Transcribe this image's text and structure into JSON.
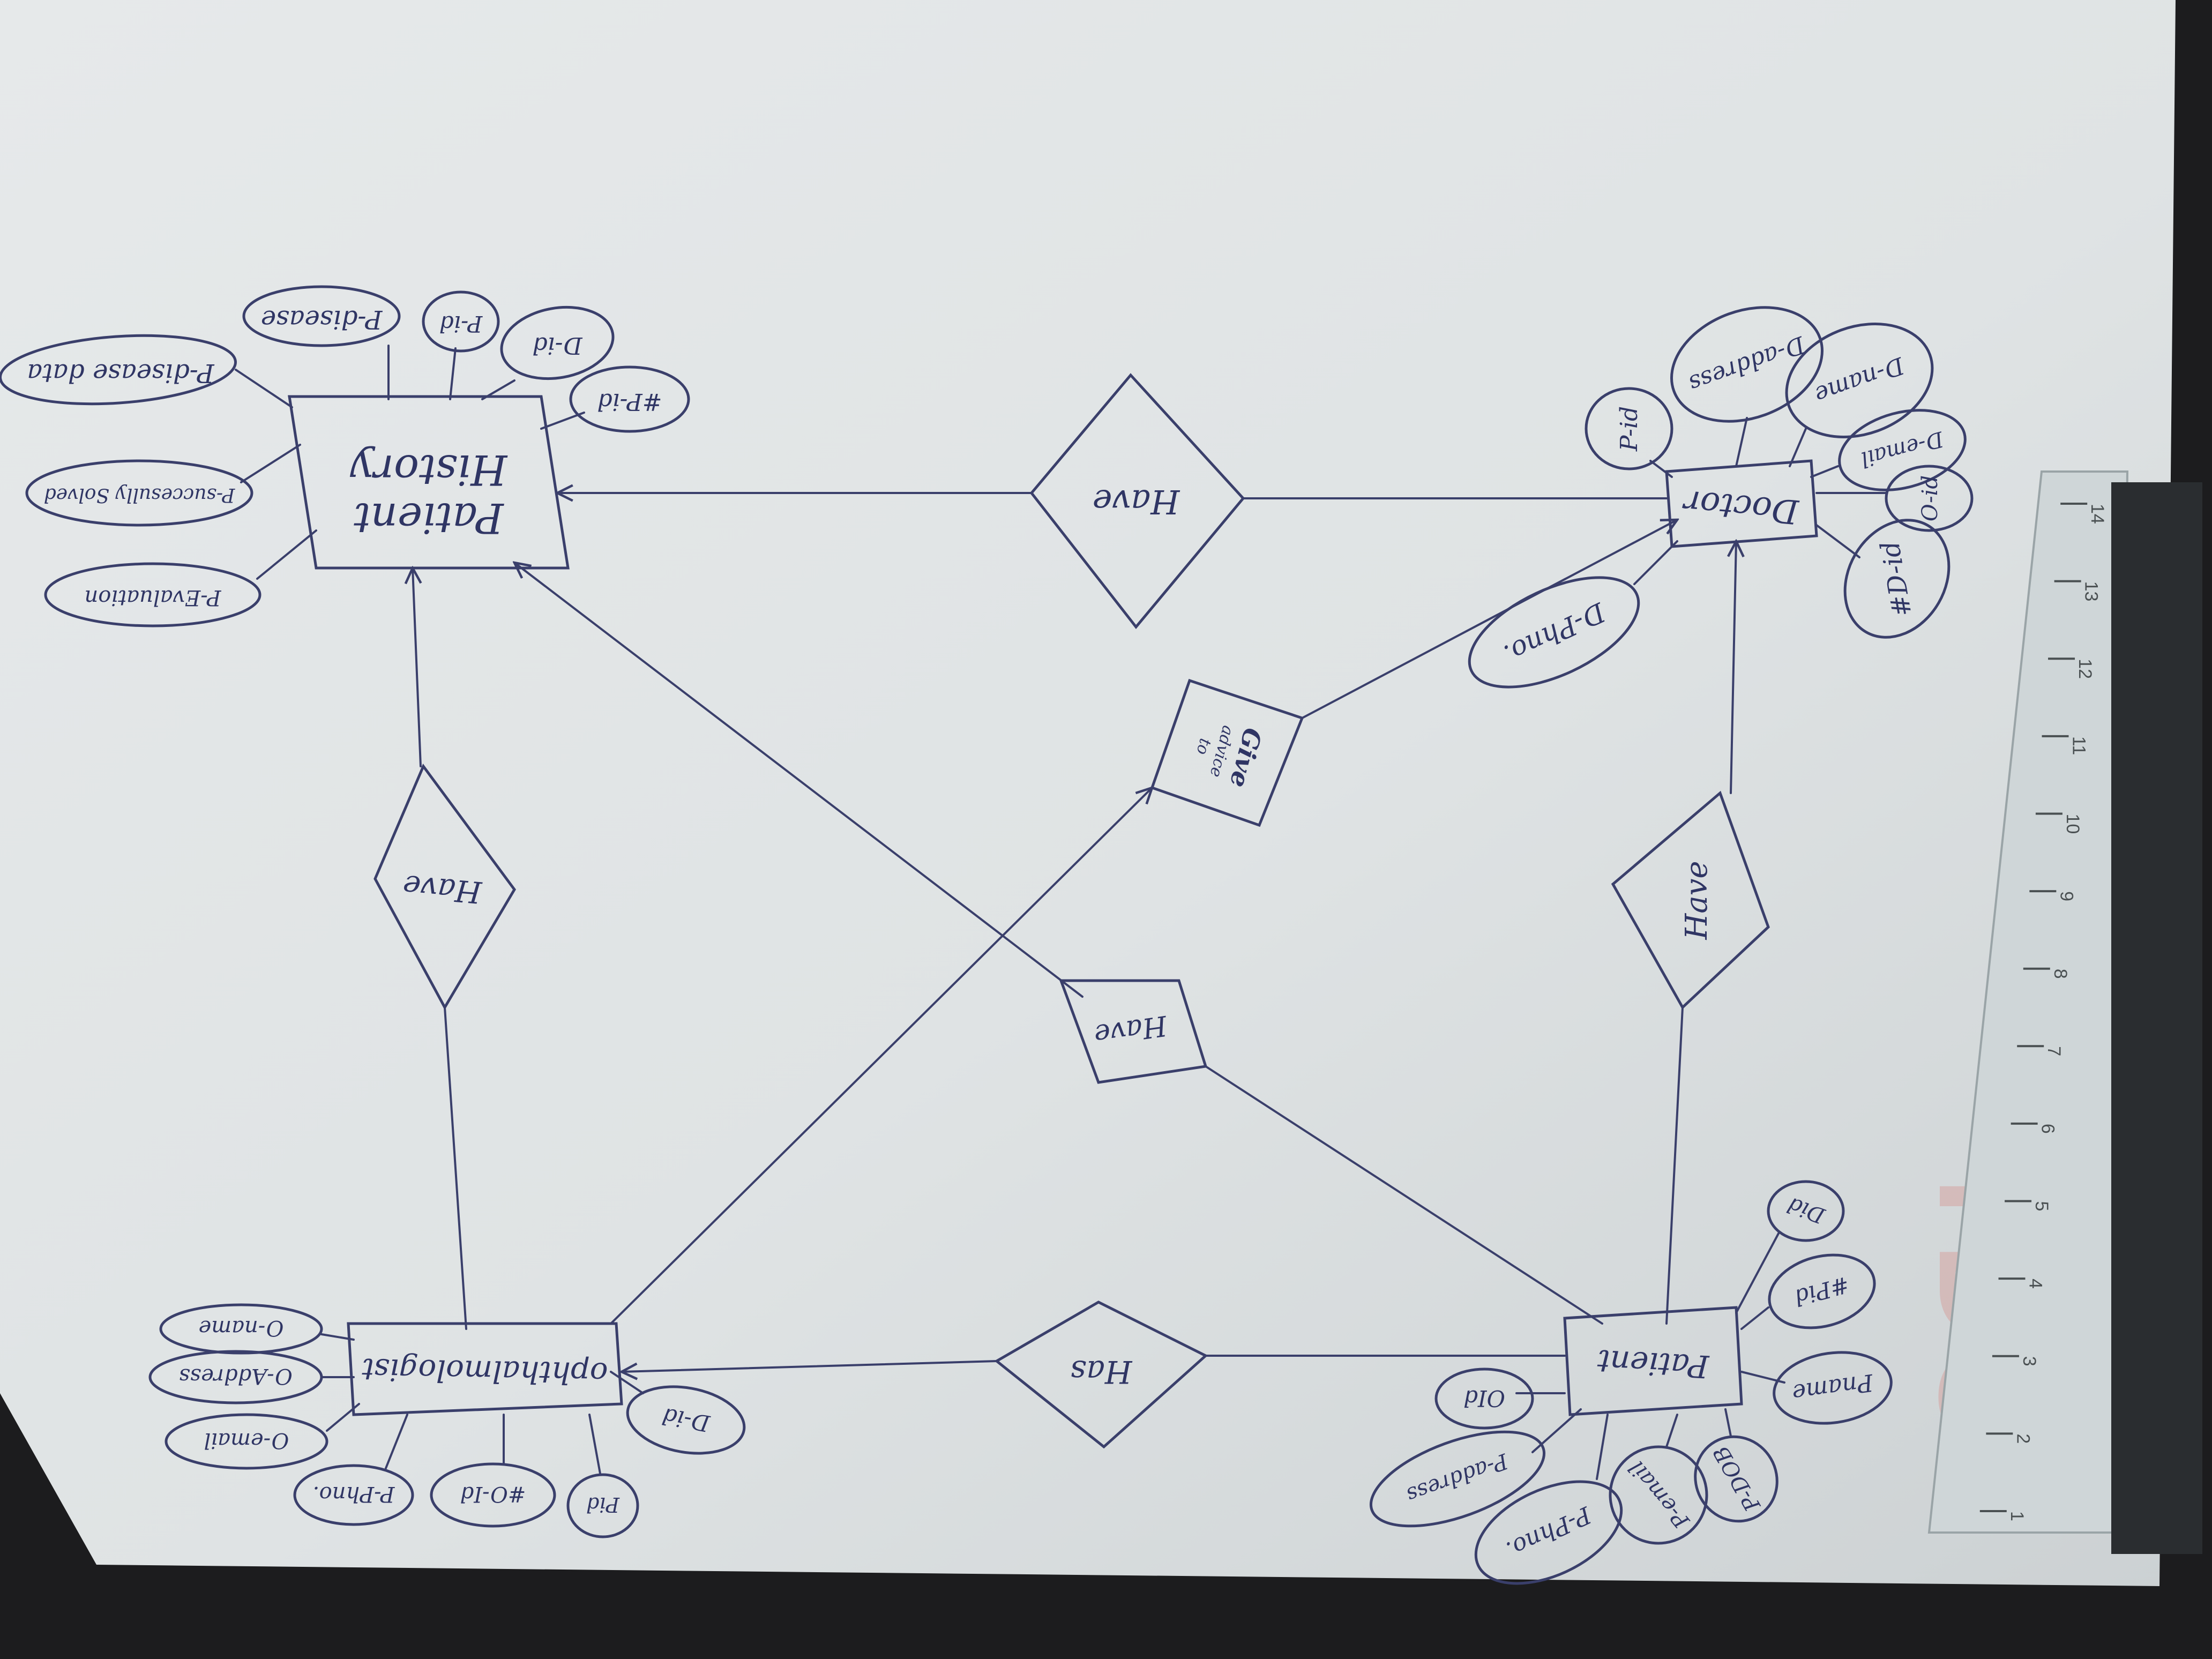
{
  "diagram": {
    "colors": {
      "background": "#1c1c1e",
      "paper": "#dfe3e4",
      "ink": "#3a3f6b",
      "ruler": "#cfd6d8",
      "watermark": "#d49a95"
    },
    "entities": {
      "patient_history": {
        "line1": "Patient",
        "line2": "History"
      },
      "doctor": "Doctor",
      "patient": "Patient",
      "ophthalmologist": "ophthalmologist"
    },
    "relationships": {
      "top_have": "Have",
      "left_have": "Have",
      "right_have": "Have",
      "center_have": "Have",
      "bottom_has": "Has",
      "give": {
        "line1": "Give",
        "line2": "advice",
        "line3": "to"
      }
    },
    "attributes": {
      "history": [
        "P-disease data",
        "P-disease",
        "P-id",
        "D-id",
        "#P-id",
        "P-succesully Solved",
        "P-Evaluation"
      ],
      "doctor": [
        "P-id",
        "D-address",
        "D-name",
        "D-email",
        "O-id",
        "#D-id",
        "D-Phno."
      ],
      "patient": [
        "Did",
        "#Pid",
        "Pname",
        "P-DOB",
        "P-email",
        "P-Phno.",
        "P-address",
        "OId"
      ],
      "ophthalmologist": [
        "O-name",
        "O-Address",
        "O-email",
        "P-Phno.",
        "#O-Id",
        "Pid",
        "D-id"
      ]
    },
    "ruler_numbers": [
      "1",
      "2",
      "3",
      "4",
      "5",
      "6",
      "7",
      "8",
      "9",
      "10",
      "11",
      "12",
      "13",
      "14"
    ]
  }
}
